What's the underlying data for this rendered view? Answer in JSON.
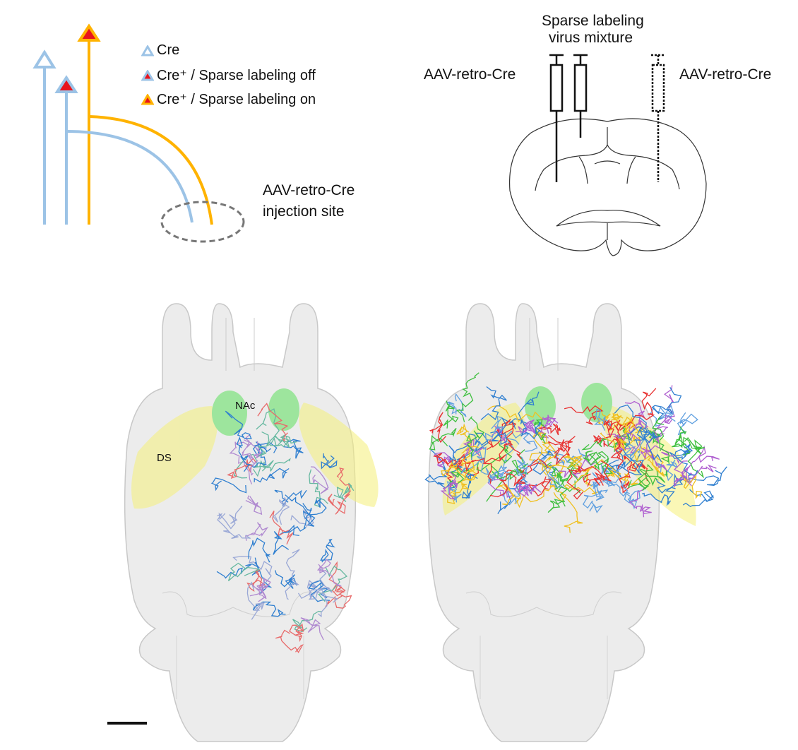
{
  "legend": {
    "items": [
      {
        "label": "Cre",
        "fill": "#ffffff",
        "stroke": "#9cc3e6"
      },
      {
        "label": "Cre⁺ / Sparse labeling off",
        "fill": "#e8141c",
        "stroke": "#9cc3e6"
      },
      {
        "label": "Cre⁺ / Sparse labeling on",
        "fill": "#e8141c",
        "stroke": "#ffb300"
      }
    ]
  },
  "schematic": {
    "injection_label_line1": "AAV-retro-Cre",
    "injection_label_line2": "injection site"
  },
  "coronal": {
    "sparse_label_line1": "Sparse labeling",
    "sparse_label_line2": "virus mixture",
    "left_label": "AAV-retro-Cre",
    "right_label": "AAV-retro-Cre"
  },
  "brains": {
    "nac_label": "NAc",
    "ds_label": "DS"
  },
  "colors": {
    "blue_axon": "#9cc3e6",
    "orange_axon": "#ffb300",
    "nac": "#5ee05e",
    "ds": "#f5f07a"
  }
}
